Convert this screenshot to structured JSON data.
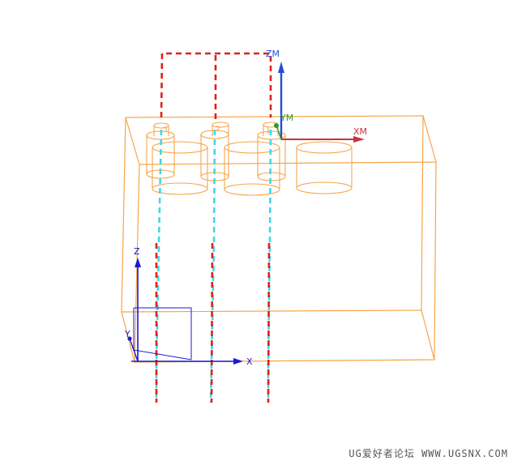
{
  "colors": {
    "background": "#ffffff",
    "block_edges": "#f5a64a",
    "cylinder_edges": "#f5a64a",
    "tool_path_rapid": "#e0201a",
    "tool_path_feed": "#3fd8e6",
    "mcs_zm_axis": "#1f4fd6",
    "mcs_xm_axis": "#c8323c",
    "mcs_origin": "#2a9a2a",
    "wcs_axes": "#1a1ad0",
    "watermark": "#555555"
  },
  "mcs_labels": {
    "zm": "ZM",
    "xm": "XM",
    "ym": "YM"
  },
  "wcs_labels": {
    "z": "Z",
    "x": "X",
    "y": "Y"
  },
  "hole_numbers": [
    "3",
    "2",
    "1"
  ],
  "watermark": "UG爱好者论坛 WWW.UGSNX.COM"
}
